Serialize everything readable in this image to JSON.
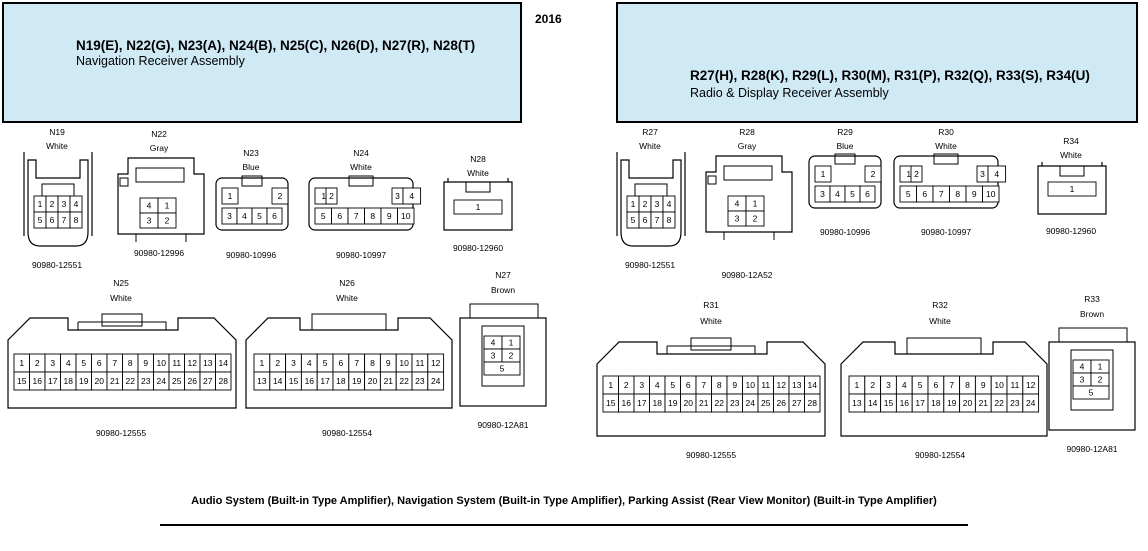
{
  "year": "2016",
  "left_header": {
    "codes": "N19(E), N22(G), N23(A), N24(B), N25(C), N26(D), N27(R), N28(T)",
    "name": "Navigation Receiver Assembly"
  },
  "right_header": {
    "codes": "R27(H), R28(K), R29(L), R30(M), R31(P), R32(Q), R33(S), R34(U)",
    "name": "Radio & Display Receiver Assembly"
  },
  "connectors": {
    "N19": {
      "id": "N19",
      "color": "White",
      "part": "90980-12551",
      "pins": [
        "1",
        "2",
        "3",
        "4",
        "5",
        "6",
        "7",
        "8"
      ]
    },
    "N22": {
      "id": "N22",
      "color": "Gray",
      "part": "90980-12996",
      "pins": [
        "4",
        "1",
        "3",
        "2"
      ]
    },
    "N23": {
      "id": "N23",
      "color": "Blue",
      "part": "90980-10996",
      "pins": [
        "1",
        "2",
        "3",
        "4",
        "5",
        "6"
      ]
    },
    "N24": {
      "id": "N24",
      "color": "White",
      "part": "90980-10997",
      "pins": [
        "1",
        "2",
        "3",
        "4",
        "5",
        "6",
        "7",
        "8",
        "9",
        "10"
      ]
    },
    "N28": {
      "id": "N28",
      "color": "White",
      "part": "90980-12960",
      "pins": [
        "1"
      ]
    },
    "N25": {
      "id": "N25",
      "color": "White",
      "part": "90980-12555",
      "pins": [
        "1",
        "2",
        "3",
        "4",
        "5",
        "6",
        "7",
        "8",
        "9",
        "10",
        "11",
        "12",
        "13",
        "14",
        "15",
        "16",
        "17",
        "18",
        "19",
        "20",
        "21",
        "22",
        "23",
        "24",
        "25",
        "26",
        "27",
        "28"
      ]
    },
    "N26": {
      "id": "N26",
      "color": "White",
      "part": "90980-12554",
      "pins": [
        "1",
        "2",
        "3",
        "4",
        "5",
        "6",
        "7",
        "8",
        "9",
        "10",
        "11",
        "12",
        "13",
        "14",
        "15",
        "16",
        "17",
        "18",
        "19",
        "20",
        "21",
        "22",
        "23",
        "24"
      ]
    },
    "N27": {
      "id": "N27",
      "color": "Brown",
      "part": "90980-12A81",
      "pins": [
        "4",
        "1",
        "3",
        "2",
        "5"
      ]
    },
    "R27": {
      "id": "R27",
      "color": "White",
      "part": "90980-12551",
      "pins": [
        "1",
        "2",
        "3",
        "4",
        "5",
        "6",
        "7",
        "8"
      ]
    },
    "R28": {
      "id": "R28",
      "color": "Gray",
      "part": "90980-12A52",
      "pins": [
        "4",
        "1",
        "3",
        "2"
      ]
    },
    "R29": {
      "id": "R29",
      "color": "Blue",
      "part": "90980-10996",
      "pins": [
        "1",
        "2",
        "3",
        "4",
        "5",
        "6"
      ]
    },
    "R30": {
      "id": "R30",
      "color": "White",
      "part": "90980-10997",
      "pins": [
        "1",
        "2",
        "3",
        "4",
        "5",
        "6",
        "7",
        "8",
        "9",
        "10"
      ]
    },
    "R34": {
      "id": "R34",
      "color": "White",
      "part": "90980-12960",
      "pins": [
        "1"
      ]
    },
    "R31": {
      "id": "R31",
      "color": "White",
      "part": "90980-12555",
      "pins": [
        "1",
        "2",
        "3",
        "4",
        "5",
        "6",
        "7",
        "8",
        "9",
        "10",
        "11",
        "12",
        "13",
        "14",
        "15",
        "16",
        "17",
        "18",
        "19",
        "20",
        "21",
        "22",
        "23",
        "24",
        "25",
        "26",
        "27",
        "28"
      ]
    },
    "R32": {
      "id": "R32",
      "color": "White",
      "part": "90980-12554",
      "pins": [
        "1",
        "2",
        "3",
        "4",
        "5",
        "6",
        "7",
        "8",
        "9",
        "10",
        "11",
        "12",
        "13",
        "14",
        "15",
        "16",
        "17",
        "18",
        "19",
        "20",
        "21",
        "22",
        "23",
        "24"
      ]
    },
    "R33": {
      "id": "R33",
      "color": "Brown",
      "part": "90980-12A81",
      "pins": [
        "4",
        "1",
        "3",
        "2",
        "5"
      ]
    }
  },
  "footer": "Audio System (Built-in Type Amplifier), Navigation System (Built-in Type Amplifier), Parking Assist (Rear View Monitor) (Built-in Type Amplifier)"
}
